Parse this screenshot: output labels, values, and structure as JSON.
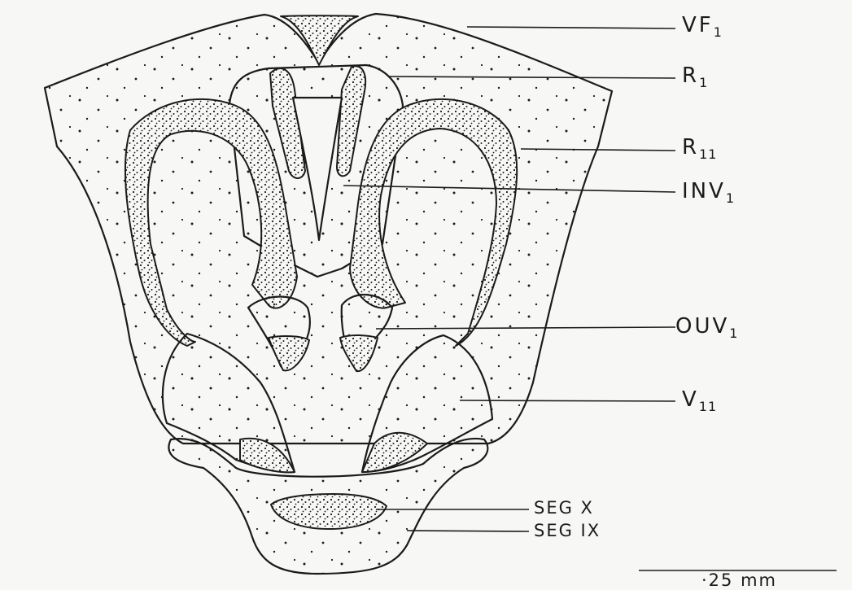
{
  "labels": {
    "vf": {
      "main": "VF",
      "sub": "1"
    },
    "r1": {
      "main": "R",
      "sub": "1"
    },
    "r11": {
      "main": "R",
      "sub": "11"
    },
    "inv": {
      "main": "INV",
      "sub": "1"
    },
    "ouv": {
      "main": "OUV",
      "sub": "1"
    },
    "v11": {
      "main": "V",
      "sub": "11"
    },
    "seg_x": "SEG X",
    "seg_ix": "SEG IX"
  },
  "scale_bar": {
    "label": "·25 mm"
  },
  "colors": {
    "ink": "#1b1b1b",
    "paper": "#f7f7f5"
  }
}
